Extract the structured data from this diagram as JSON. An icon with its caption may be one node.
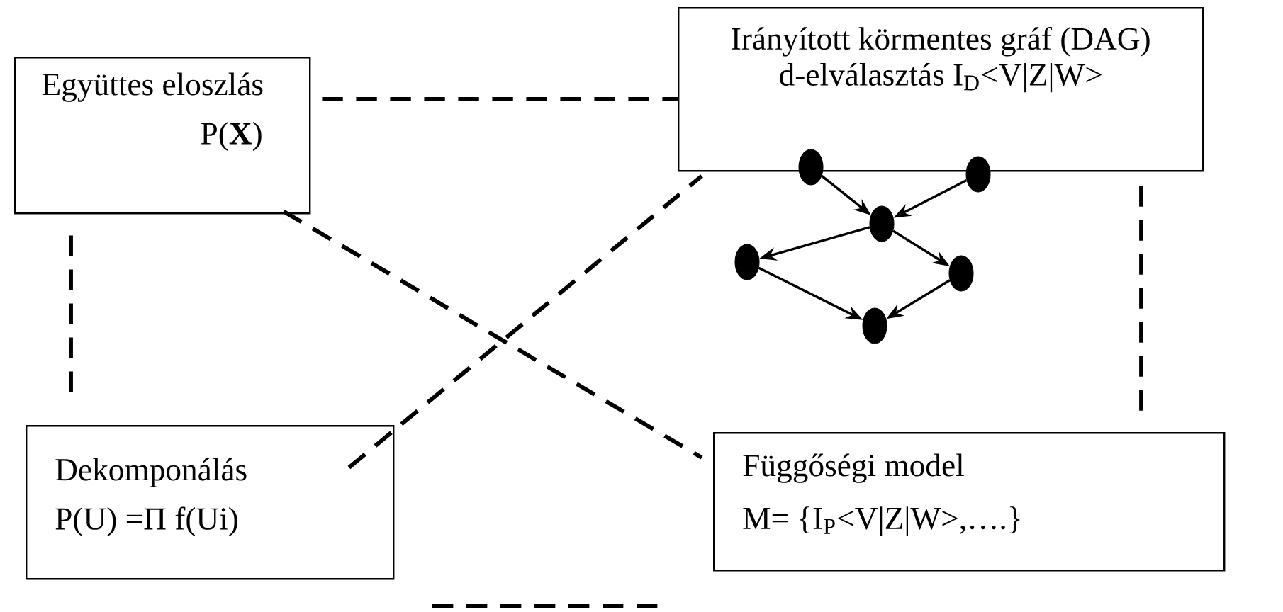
{
  "diagram": {
    "nodes": [
      {
        "text": [
          "Együttes eloszlás",
          "P(**X**)"
        ]
      },
      {
        "text": [
          "Irányított körmentes gráf (DAG)",
          "d-elválasztás I$_{D}$<V|Z|W>"
        ]
      },
      {
        "text": [
          "Dekomponálás",
          "P(U) =Π f(Ui)"
        ]
      },
      {
        "text": [
          "Függőségi model",
          "M= {I$_{P}$<V|Z|W>,….}"
        ]
      },
      {
        "text": [],
        "shape": "circle"
      },
      {
        "text": [],
        "shape": "circle"
      },
      {
        "text": [],
        "shape": "circle"
      },
      {
        "text": [],
        "shape": "circle"
      },
      {
        "text": [],
        "shape": "circle"
      },
      {
        "text": [],
        "shape": "circle"
      }
    ],
    "edges": [
      {
        "from": 0,
        "to": 1,
        "arrow": "none",
        "style": "dashed"
      },
      {
        "from": 0,
        "to": 2,
        "arrow": "none",
        "style": "dashed"
      },
      {
        "from": 1,
        "to": 3,
        "arrow": "none",
        "style": "dashed"
      },
      {
        "from": 0,
        "to": 3,
        "arrow": "none",
        "style": "dashed"
      },
      {
        "from": 2,
        "to": 1,
        "arrow": "none",
        "style": "dashed"
      },
      {
        "from": 4,
        "to": 6,
        "arrow": "to"
      },
      {
        "from": 5,
        "to": 6,
        "arrow": "to"
      },
      {
        "from": 6,
        "to": 7,
        "arrow": "to"
      },
      {
        "from": 6,
        "to": 8,
        "arrow": "to"
      },
      {
        "from": 7,
        "to": 9,
        "arrow": "to"
      },
      {
        "from": 8,
        "to": 9,
        "arrow": "to"
      }
    ]
  }
}
